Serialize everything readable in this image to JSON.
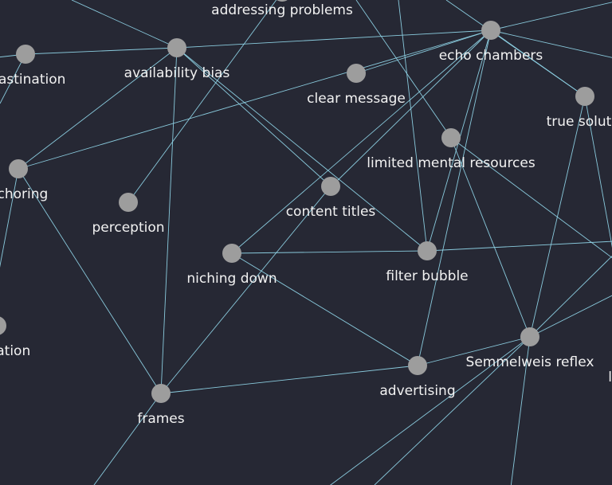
{
  "colors": {
    "background": "#262834",
    "edge": "#8fd3e6",
    "node": "#9d9d9d",
    "label": "#f2f2f2"
  },
  "nodes": [
    {
      "id": "procrastination-top",
      "label": "crastination"
    },
    {
      "id": "availability-bias",
      "label": "availability bias"
    },
    {
      "id": "addressing-problems",
      "label": "addressing problems"
    },
    {
      "id": "echo-chambers",
      "label": "echo chambers"
    },
    {
      "id": "clear-message",
      "label": "clear message"
    },
    {
      "id": "true-solutions",
      "label": "true solutio"
    },
    {
      "id": "limited-mental-resources",
      "label": "limited mental resources"
    },
    {
      "id": "anchoring",
      "label": "nchoring"
    },
    {
      "id": "perception",
      "label": "perception"
    },
    {
      "id": "content-titles",
      "label": "content titles"
    },
    {
      "id": "niching-down",
      "label": "niching down"
    },
    {
      "id": "filter-bubble",
      "label": "filter bubble"
    },
    {
      "id": "procrastination-left",
      "label": "astination"
    },
    {
      "id": "semmelweis-reflex",
      "label": "Semmelweis reflex"
    },
    {
      "id": "learned",
      "label": "learne"
    },
    {
      "id": "advertising",
      "label": "advertising"
    },
    {
      "id": "frames",
      "label": "frames"
    }
  ],
  "edges": [
    [
      "availability-bias",
      "procrastination-top"
    ],
    [
      "availability-bias",
      "echo-chambers"
    ],
    [
      "availability-bias",
      "anchoring"
    ],
    [
      "availability-bias",
      "frames"
    ],
    [
      "availability-bias",
      "content-titles"
    ],
    [
      "availability-bias",
      "filter-bubble"
    ],
    [
      "echo-chambers",
      "clear-message"
    ],
    [
      "echo-chambers",
      "true-solutions"
    ],
    [
      "echo-chambers",
      "niching-down"
    ],
    [
      "echo-chambers",
      "advertising"
    ],
    [
      "echo-chambers",
      "filter-bubble"
    ],
    [
      "echo-chambers",
      "anchoring"
    ],
    [
      "limited-mental-resources",
      "semmelweis-reflex"
    ],
    [
      "anchoring",
      "frames"
    ],
    [
      "content-titles",
      "frames"
    ],
    [
      "niching-down",
      "filter-bubble"
    ],
    [
      "niching-down",
      "advertising"
    ],
    [
      "advertising",
      "frames"
    ],
    [
      "semmelweis-reflex",
      "true-solutions"
    ],
    [
      "semmelweis-reflex",
      "advertising"
    ],
    [
      "perception",
      "addressing-problems"
    ]
  ]
}
